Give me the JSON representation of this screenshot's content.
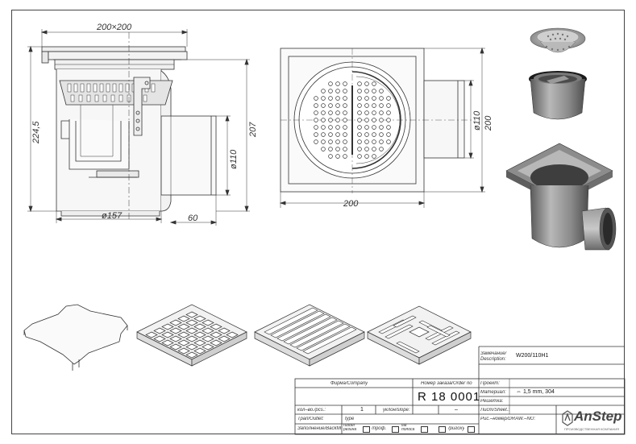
{
  "dimensions": {
    "side_top_width": "200×200",
    "side_height_total": "224,5",
    "side_height_body": "207",
    "side_outlet_dia": "ø110",
    "side_body_dia": "ø157",
    "side_outlet_len": "60",
    "top_view_width": "200",
    "top_view_height": "200",
    "top_view_outlet_dia": "ø110"
  },
  "title_block": {
    "remark_label": "Замечание/ Description:",
    "remark_value": "W200/110H1",
    "company_label": "Фирма/Company",
    "order_label": "Номер заказа/Order no",
    "order_value": "R 18 0001",
    "project_label": "Проект:",
    "material_label": "Материал:",
    "material_value": "⇔ 1,5 mm, 304",
    "grate_label": "Решетка:",
    "sheet_label": "Лист/Sheet.:",
    "drawing_label": "Рис.–номер/DRAW.–NO:",
    "qty_label": "кол–во./pcs.:",
    "qty_value": "1",
    "slope_label": "уклон/slope:",
    "slope_value": "–",
    "outlet_label": "Трап/Outlet:",
    "type_label": "type",
    "seal_label": "Заполнение/Backfill",
    "rubber_label": "rubber резина",
    "prof_label": "/проф.",
    "flat_label": "flat полоса",
    "pogo_label": "/ригоху"
  },
  "logo": {
    "text": "AnStep",
    "tagline": "ПРОИЗВОДСТВЕННАЯ КОМПАНИЯ"
  },
  "colors": {
    "line": "#333333",
    "metal_light": "#d4d4d4",
    "metal_mid": "#9a9a9a",
    "metal_dark": "#5e5e5e",
    "rubber": "#1a1a1a"
  }
}
